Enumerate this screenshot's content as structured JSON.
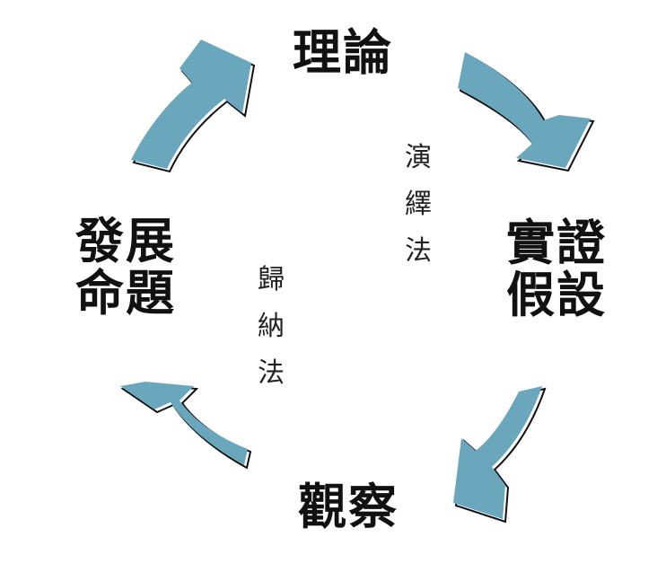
{
  "diagram": {
    "nodes": {
      "theory": {
        "lines": [
          "理論"
        ]
      },
      "hypothesis": {
        "lines": [
          "實證",
          "假設"
        ]
      },
      "observation": {
        "lines": [
          "觀察"
        ]
      },
      "proposition": {
        "lines": [
          "發展",
          "命題"
        ]
      }
    },
    "methods": {
      "deduction": {
        "chars": [
          "演",
          "繹",
          "法"
        ]
      },
      "induction": {
        "chars": [
          "歸",
          "納",
          "法"
        ]
      }
    },
    "colors": {
      "arrow_fill": "#6aa7bd",
      "arrow_outline": "#111111",
      "text": "#111111"
    },
    "arrows": [
      {
        "name": "theory-to-hypothesis",
        "from": "理論",
        "to": "實證假設"
      },
      {
        "name": "hypothesis-to-observation",
        "from": "實證假設",
        "to": "觀察"
      },
      {
        "name": "observation-to-proposition",
        "from": "觀察",
        "to": "發展命題"
      },
      {
        "name": "proposition-to-theory",
        "from": "發展命題",
        "to": "理論"
      }
    ]
  }
}
